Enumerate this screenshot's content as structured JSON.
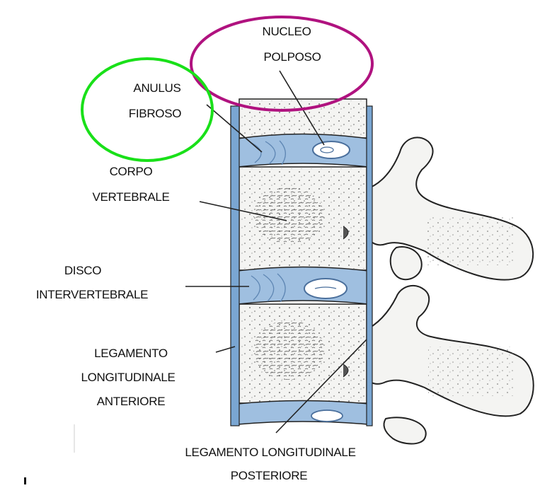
{
  "labels": {
    "nucleo_line1": "NUCLEO",
    "nucleo_line2": "POLPOSO",
    "anulus_line1": "ANULUS",
    "anulus_line2": "FIBROSO",
    "corpo_line1": "CORPO",
    "corpo_line2": "VERTEBRALE",
    "disco_line1": "DISCO",
    "disco_line2": "INTERVERTEBRALE",
    "leg_ant_line1": "LEGAMENTO",
    "leg_ant_line2": "LONGITUDINALE",
    "leg_ant_line3": "ANTERIORE",
    "leg_post_line1": "LEGAMENTO LONGITUDINALE",
    "leg_post_line2": "POSTERIORE"
  },
  "colors": {
    "nucleo_highlight": "#b0127f",
    "anulus_highlight": "#19e019",
    "disc_blue": "#9fbfe0",
    "ligament_blue": "#7aa6d2",
    "bone": "#f4f4f2",
    "outline": "#222222"
  }
}
